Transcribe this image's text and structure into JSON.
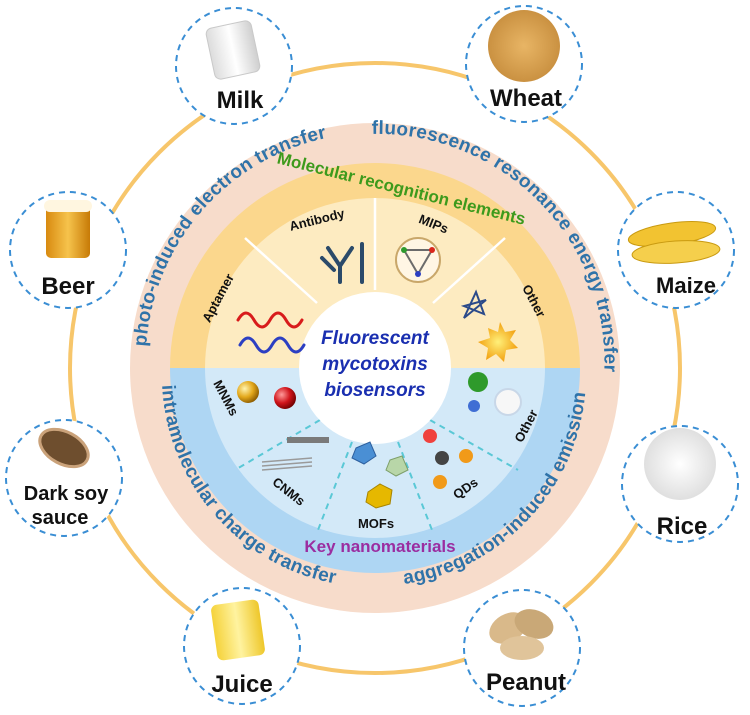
{
  "center": {
    "line1": "Fluorescent",
    "line2": "mycotoxins",
    "line3": "biosensors"
  },
  "ring_labels": {
    "top_left": "photo-induced electron transfer",
    "top_right": "fluorescence resonance energy transfer",
    "bottom_left": "intramolecular charge transfer",
    "bottom_right": "aggregation-induced emission"
  },
  "recognition": {
    "title": "Molecular recognition elements",
    "sectors": [
      "Aptamer",
      "Antibody",
      "MIPs",
      "Other"
    ]
  },
  "nanomaterials": {
    "title": "Key nanomaterials",
    "sectors": [
      "MNMs",
      "CNMs",
      "MOFs",
      "QDs",
      "Other"
    ]
  },
  "foods": {
    "milk": "Milk",
    "wheat": "Wheat",
    "maize": "Maize",
    "rice": "Rice",
    "peanut": "Peanut",
    "juice": "Juice",
    "dark_soy_line1": "Dark soy",
    "dark_soy_line2": "sauce",
    "beer": "Beer"
  },
  "colors": {
    "outer_ring": "#f7c66b",
    "band": "#f7dccb",
    "upper_half": "#fbd78d",
    "lower_half": "#aed6f3",
    "ring_text": "#2f73a9",
    "recognition_title": "#3d9a1c",
    "nanomaterials_title": "#9b2da0",
    "center_text": "#1a2fb0"
  }
}
